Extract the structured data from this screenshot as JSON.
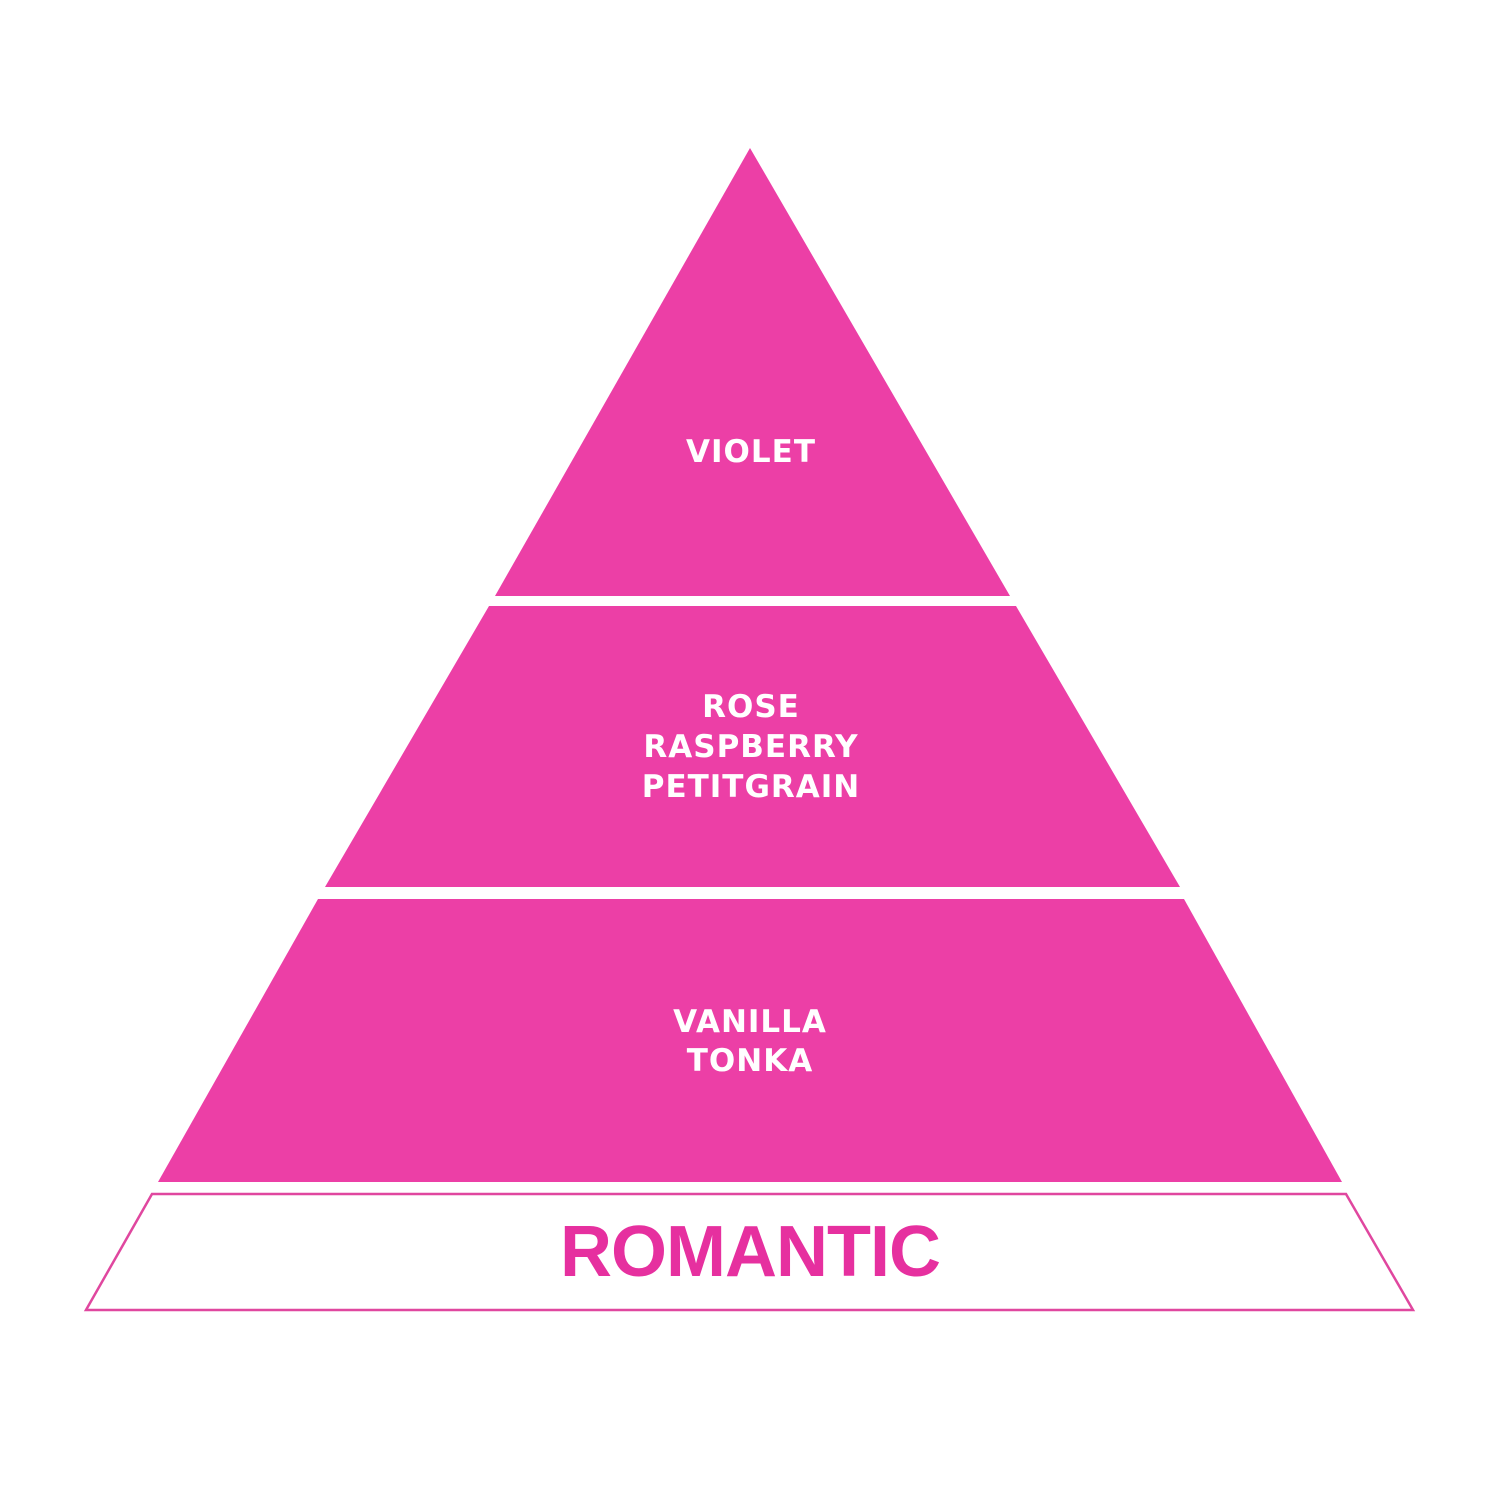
{
  "colors": {
    "tier_fill": "#ec3fa6",
    "tier_text": "#ffffff",
    "base_outline": "#e0479f",
    "base_text": "#e6309f",
    "background": "#ffffff"
  },
  "pyramid": {
    "tiers": [
      {
        "notes": [
          "VIOLET"
        ]
      },
      {
        "notes": [
          "ROSE",
          "RASPBERRY",
          "PETITGRAIN"
        ]
      },
      {
        "notes": [
          "VANILLA",
          "TONKA"
        ]
      }
    ],
    "base": {
      "label": "ROMANTIC"
    }
  }
}
